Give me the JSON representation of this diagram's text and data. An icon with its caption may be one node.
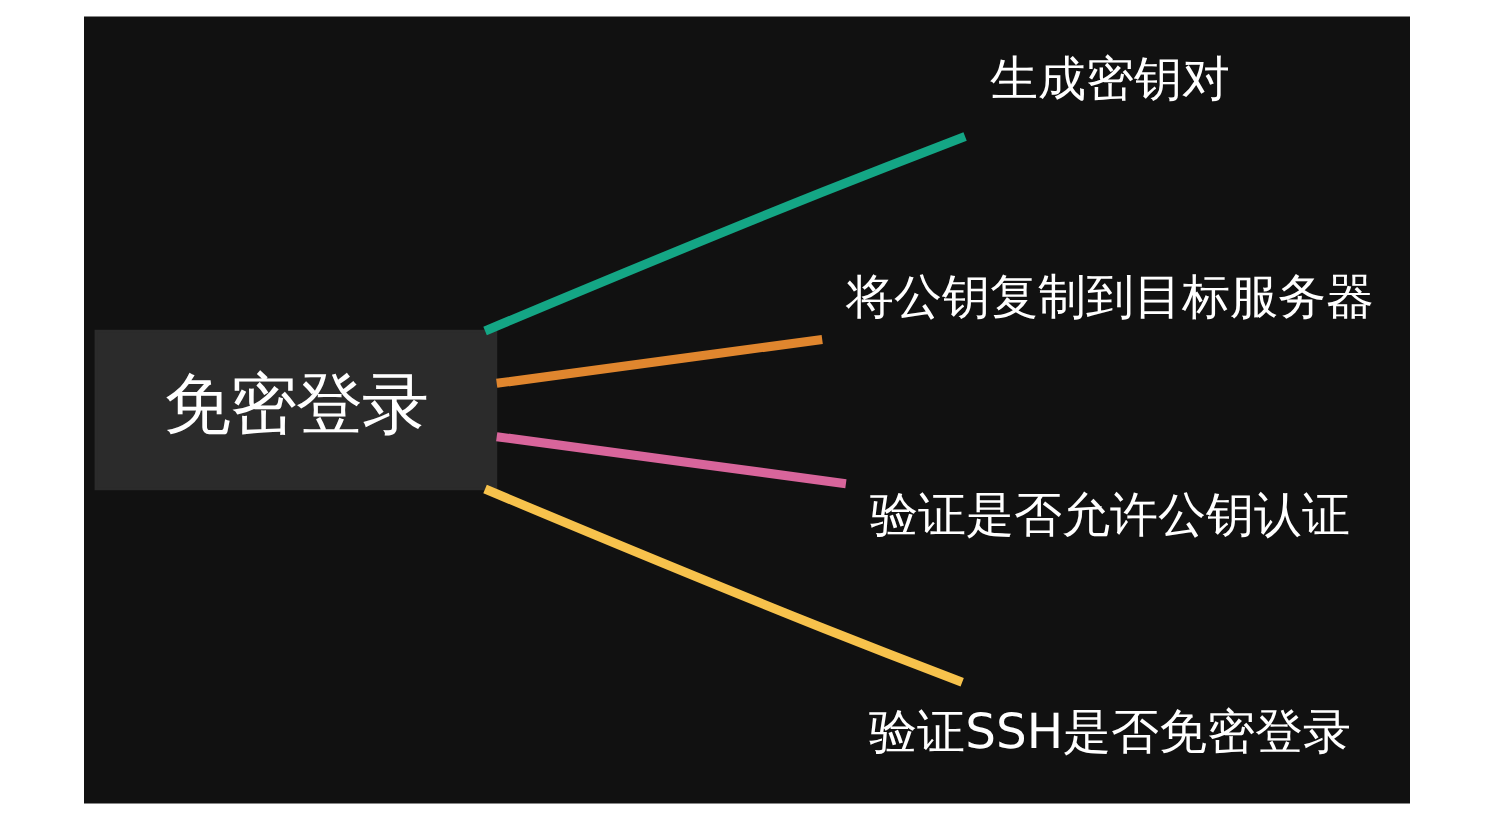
{
  "diagram": {
    "nodes": [
      {
        "text": [
          "免密登录"
        ]
      },
      {
        "text": [
          "生成密钥对"
        ]
      },
      {
        "text": [
          "将公钥复制到目标服务器"
        ]
      },
      {
        "text": [
          "验证是否允许公钥认证"
        ]
      },
      {
        "text": [
          "验证SSH是否免密登录"
        ]
      }
    ],
    "edges": [
      {
        "from": 0,
        "to": 1,
        "arrow": "none",
        "color": "#14a685"
      },
      {
        "from": 0,
        "to": 2,
        "arrow": "none",
        "color": "#e0862e"
      },
      {
        "from": 0,
        "to": 3,
        "arrow": "none",
        "color": "#d8659b"
      },
      {
        "from": 0,
        "to": 4,
        "arrow": "none",
        "color": "#f7c24c"
      }
    ]
  }
}
